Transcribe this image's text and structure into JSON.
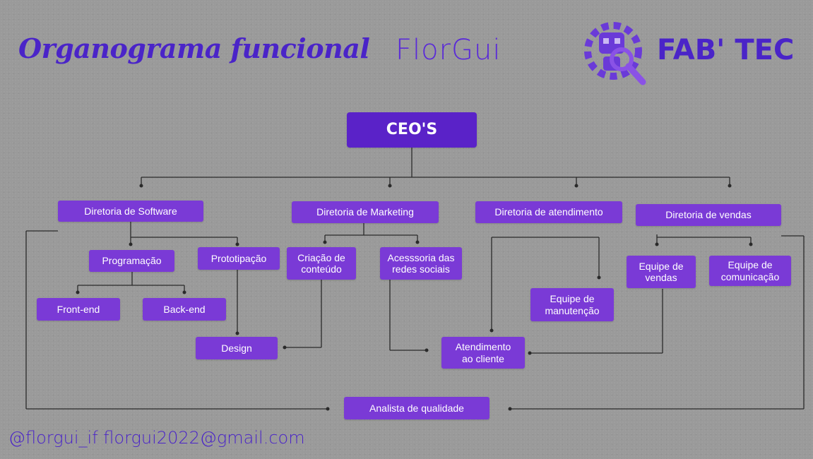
{
  "header": {
    "title": "Organograma funcional",
    "brand": "FlorGui",
    "logo_text": "FAB' TEC"
  },
  "nodes": {
    "ceo": "CEO'S",
    "dir_software": "Diretoria de Software",
    "dir_marketing": "Diretoria de Marketing",
    "dir_atendimento": "Diretoria de atendimento",
    "dir_vendas": "Diretoria de vendas",
    "programacao": "Programação",
    "prototipacao": "Prototipação",
    "front_end": "Front-end",
    "back_end": "Back-end",
    "design": "Design",
    "criacao_conteudo": "Criação de\nconteúdo",
    "acessoria_redes": "Acesssoria das\nredes sociais",
    "equipe_manutencao": "Equipe de\nmanutenção",
    "atendimento_cliente": "Atendimento\nao cliente",
    "equipe_vendas": "Equipe de\nvendas",
    "equipe_comunicacao": "Equipe de\ncomunicação",
    "analista_qualidade": "Analista de qualidade"
  },
  "footer": {
    "contact": "@florgui_if florgui2022@gmail.com"
  },
  "colors": {
    "box": "#7a3ad6",
    "ceo_box": "#5a22c8",
    "title": "#4a24c8",
    "line": "#2a2a2a",
    "background": "#9a9a9a"
  }
}
